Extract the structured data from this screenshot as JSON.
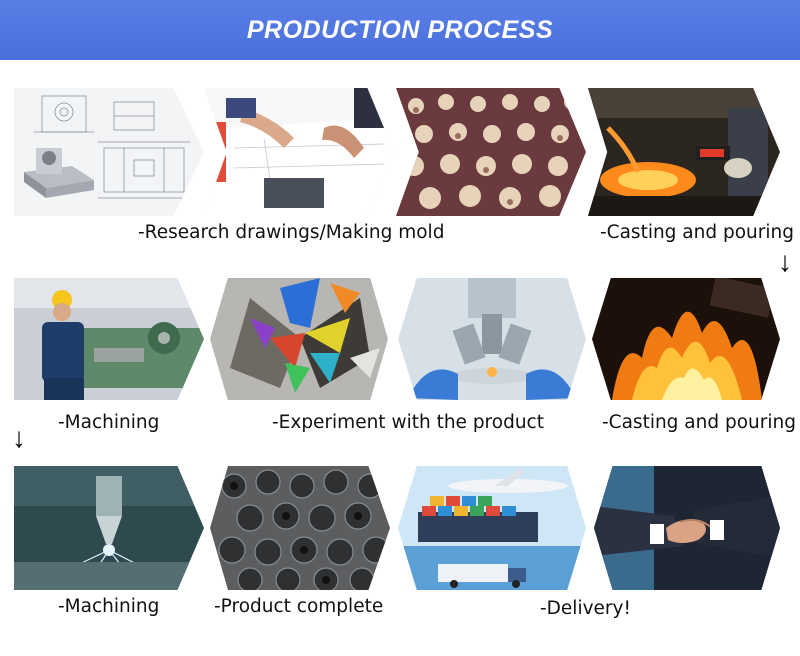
{
  "banner": {
    "title": "PRODUCTION PROCESS"
  },
  "rows": [
    {
      "steps": [
        {
          "icon": "technical-drawing-image"
        },
        {
          "icon": "drafting-desk-image"
        },
        {
          "icon": "sand-mold-cores-image"
        },
        {
          "icon": "molten-metal-pouring-image"
        }
      ],
      "captions": [
        "-Research drawings/Making mold",
        "-Casting and pouring"
      ]
    },
    {
      "steps": [
        {
          "icon": "lathe-operator-image"
        },
        {
          "icon": "crystal-micrograph-image"
        },
        {
          "icon": "microscope-image"
        },
        {
          "icon": "furnace-fire-image"
        }
      ],
      "captions": [
        "-Machining",
        "-Experiment with the product",
        "-Casting and pouring"
      ]
    },
    {
      "steps": [
        {
          "icon": "cnc-milling-image"
        },
        {
          "icon": "finished-parts-pile-image"
        },
        {
          "icon": "plane-ship-truck-image"
        },
        {
          "icon": "handshake-image"
        }
      ],
      "captions": [
        "-Machining",
        "-Product complete",
        "-Delivery!"
      ]
    }
  ],
  "arrows": {
    "down_1": "↓",
    "down_2": "↓"
  }
}
